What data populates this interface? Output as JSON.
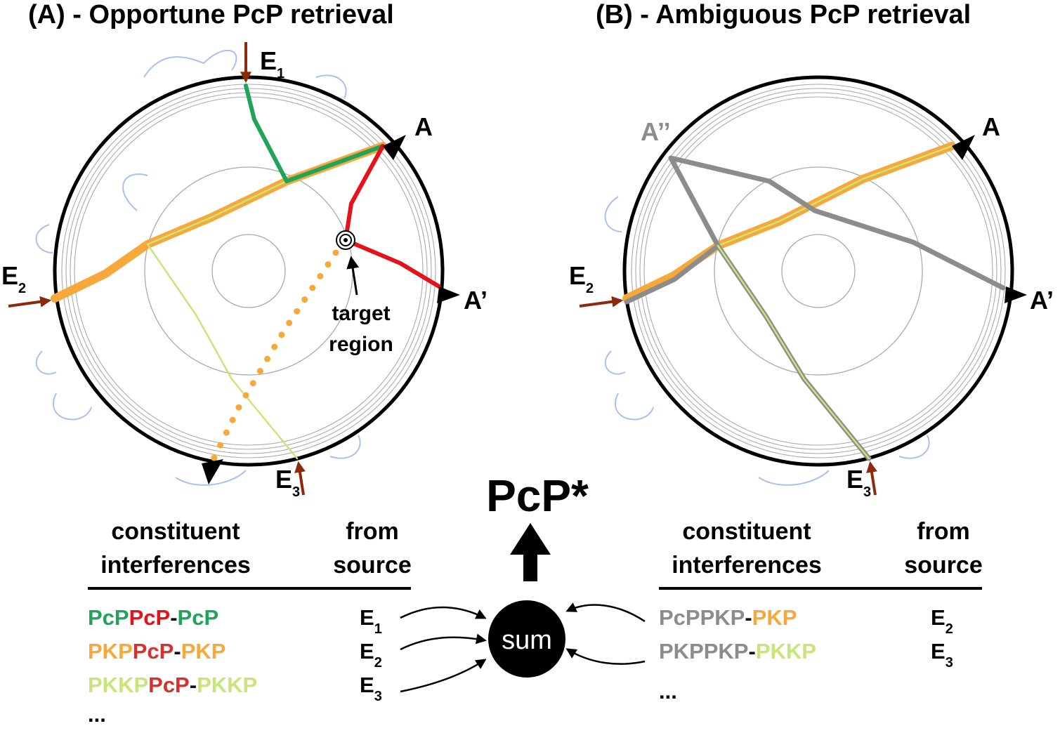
{
  "panel_a": {
    "title": "(A)  - Opportune PcP retrieval",
    "stations": {
      "e1": "E",
      "e1_sub": "1",
      "e2": "E",
      "e2_sub": "2",
      "e3": "E",
      "e3_sub": "3",
      "a": "A",
      "a_prime": "A’"
    },
    "target_label_1": "target",
    "target_label_2": "region",
    "table": {
      "header_left_1": "constituent",
      "header_left_2": "interferences",
      "header_right_1": "from",
      "header_right_2": "source",
      "rows": [
        {
          "parts": [
            "PcP",
            "PcP",
            "-",
            "PcP"
          ],
          "colors": [
            "#21a35a",
            "#e3121b",
            "#111111",
            "#21a35a"
          ],
          "src": "E",
          "src_sub": "1"
        },
        {
          "parts": [
            "PKP",
            "PcP",
            "-",
            "PKP"
          ],
          "colors": [
            "#f7a83b",
            "#d8302a",
            "#111111",
            "#f7a83b"
          ],
          "src": "E",
          "src_sub": "2"
        },
        {
          "parts": [
            "PKKP",
            "PcP",
            "-",
            "PKKP"
          ],
          "colors": [
            "#c9e57a",
            "#d8302a",
            "#111111",
            "#c9e57a"
          ],
          "src": "E",
          "src_sub": "3"
        }
      ],
      "ellipsis": "..."
    }
  },
  "panel_b": {
    "title": "(B) - Ambiguous PcP retrieval",
    "stations": {
      "e2": "E",
      "e2_sub": "2",
      "e3": "E",
      "e3_sub": "3",
      "a": "A",
      "a_prime": "A’",
      "a_dprime": "A’’"
    },
    "table": {
      "header_left_1": "constituent",
      "header_left_2": "interferences",
      "header_right_1": "from",
      "header_right_2": "source",
      "rows": [
        {
          "parts": [
            "PcPPKP",
            "-",
            "PKP"
          ],
          "colors": [
            "#8c8c8c",
            "#111111",
            "#f7a83b"
          ],
          "src": "E",
          "src_sub": "2"
        },
        {
          "parts": [
            "PKPPKP",
            "-",
            "PKKP"
          ],
          "colors": [
            "#8c8c8c",
            "#111111",
            "#c9e57a"
          ],
          "src": "E",
          "src_sub": "3"
        }
      ],
      "ellipsis": "..."
    }
  },
  "center": {
    "output_label": "PcP*",
    "sum_label": "sum"
  },
  "colors": {
    "pcp_green": "#21a35a",
    "pcp_red": "#e3121b",
    "pkp_orange": "#f7a83b",
    "pkkp_lime": "#c9e57a",
    "ambiguous_gray": "#8c8c8c",
    "source_arrow": "#8b2a0c",
    "wave_blue": "#a9c1ee"
  }
}
